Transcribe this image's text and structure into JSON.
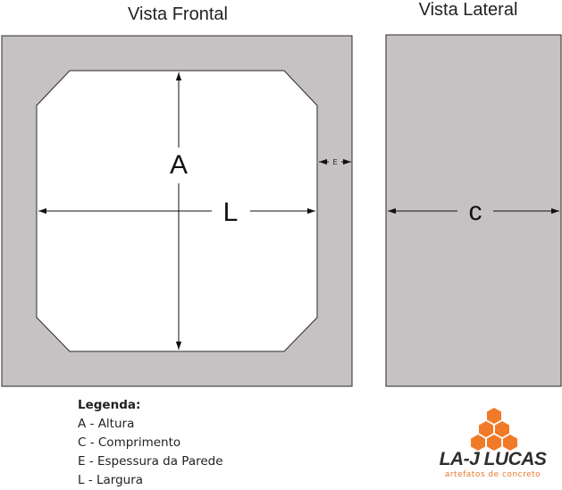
{
  "views": {
    "front_title": "Vista Frontal",
    "side_title": "Vista Lateral"
  },
  "dimensions": {
    "a": "A",
    "l": "L",
    "e": "E",
    "c": "c"
  },
  "legend": {
    "title": "Legenda:",
    "items": [
      "A - Altura",
      "C - Comprimento",
      "E - Espessura da Parede",
      "L - Largura"
    ]
  },
  "logo": {
    "name": "LA-J LUCAS",
    "tagline": "artefatos de concreto"
  },
  "colors": {
    "concrete": "#c6c1c2",
    "outline": "#2b2b2b",
    "logo_orange": "#f07a28",
    "logo_text": "#2e2e2e",
    "tagline": "#e8772a"
  }
}
